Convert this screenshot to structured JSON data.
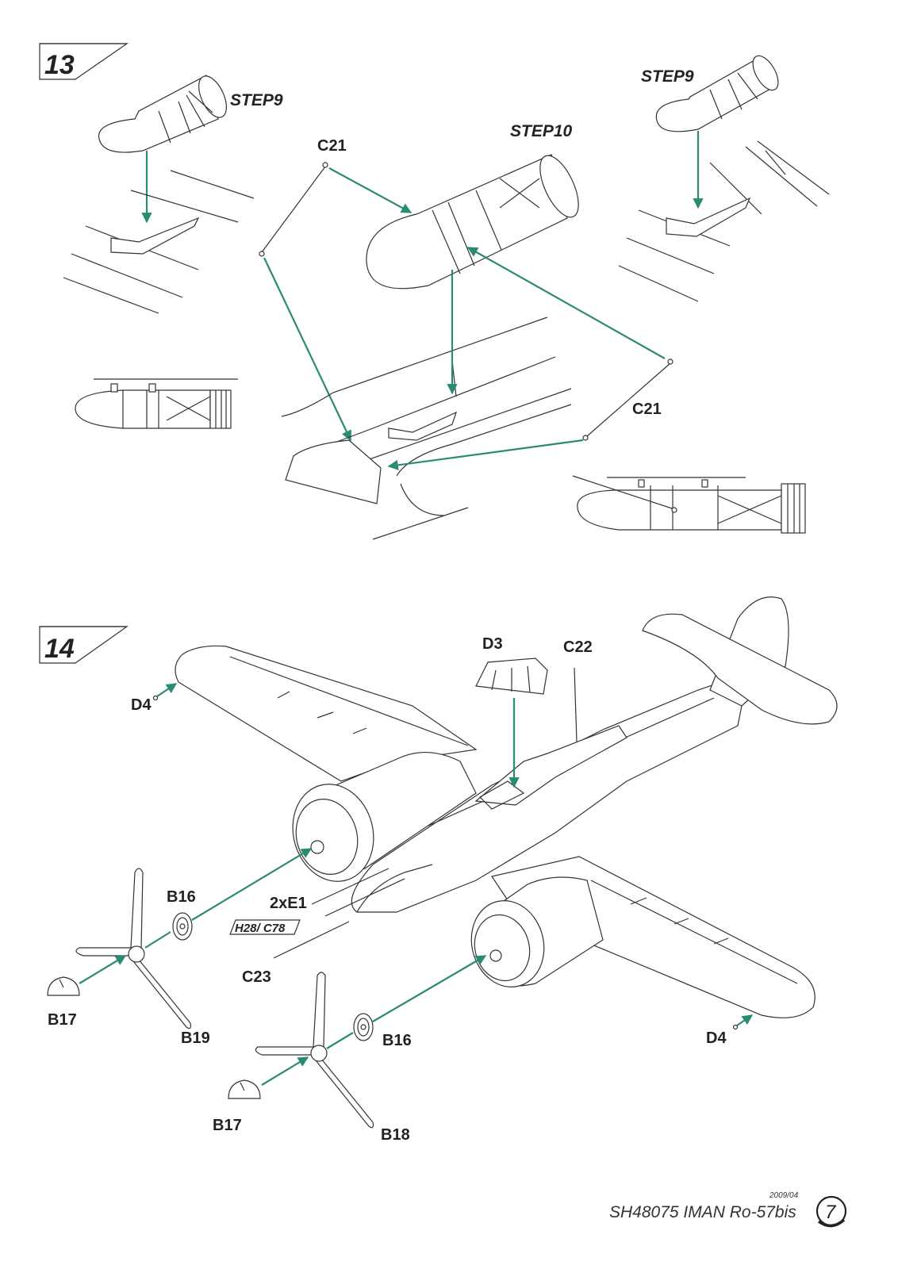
{
  "document": {
    "steps": [
      {
        "number": "13",
        "labels": {
          "step9_left": "STEP9",
          "step10": "STEP10",
          "step9_right": "STEP9",
          "c21_top": "C21",
          "c21_right": "C21"
        }
      },
      {
        "number": "14",
        "labels": {
          "d3": "D3",
          "c22": "C22",
          "d4_left": "D4",
          "d4_right": "D4",
          "b16_left": "B16",
          "b16_right": "B16",
          "e1": "2xE1",
          "alt_parts": "H28/ C78",
          "c23": "C23",
          "b17_left": "B17",
          "b17_right": "B17",
          "b19": "B19",
          "b18": "B18"
        }
      }
    ],
    "footer": {
      "date": "2009/04",
      "title": "SH48075 IMAN Ro-57bis",
      "page": "7"
    },
    "colors": {
      "arrow": "#2a8a72",
      "line": "#333333"
    }
  }
}
